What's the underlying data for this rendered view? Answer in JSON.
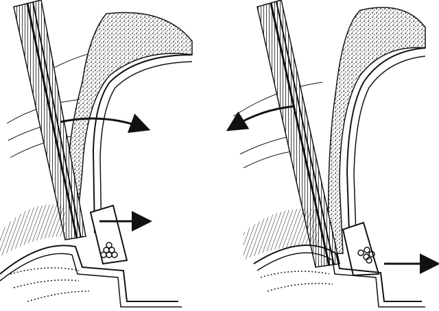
{
  "figure": {
    "panels": [
      {
        "id": "left",
        "arrows": [
          {
            "id": "upper-arrow",
            "direction": "right"
          },
          {
            "id": "lower-arrow",
            "direction": "right"
          }
        ]
      },
      {
        "id": "right",
        "arrows": [
          {
            "id": "upper-arrow",
            "direction": "left"
          },
          {
            "id": "lower-arrow",
            "direction": "right"
          }
        ]
      }
    ],
    "colors": {
      "ink": "#111111",
      "paper": "#ffffff"
    }
  }
}
